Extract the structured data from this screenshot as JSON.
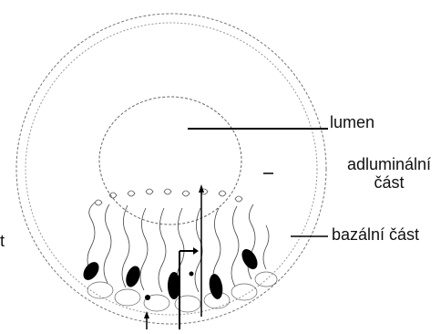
{
  "labels": {
    "lumen": "lumen",
    "adluminal_line1": "adluminální",
    "adluminal_line2": "část",
    "basal": "bazální část",
    "cut_off_left": "t"
  }
}
